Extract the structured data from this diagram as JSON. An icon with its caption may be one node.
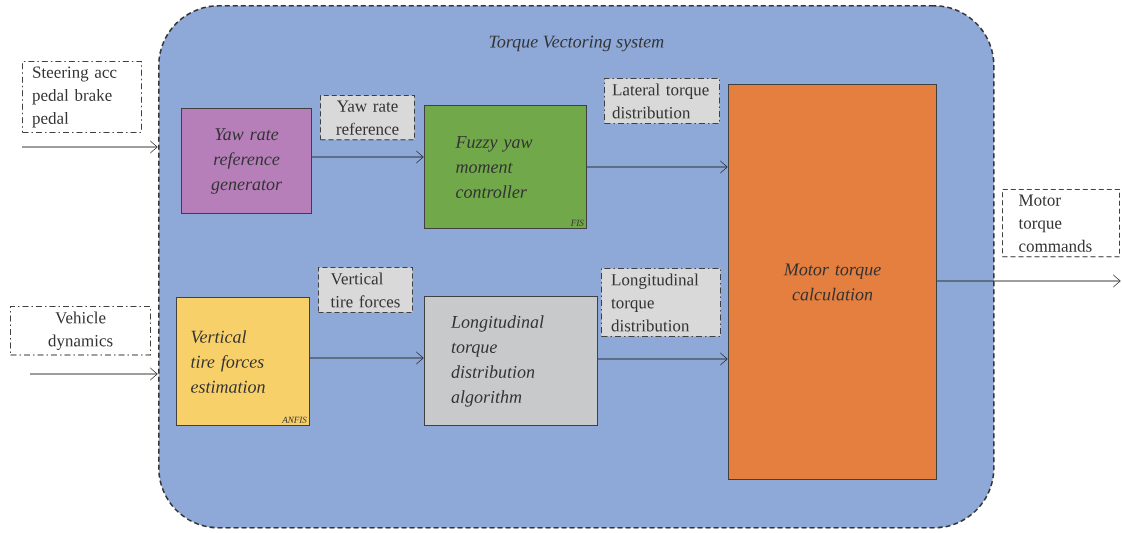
{
  "diagram": {
    "nodes": [
      {
        "text": [
          "Torque Vectoring system"
        ]
      },
      {
        "text": [
          "Yaw rate reference generator"
        ],
        "in": 0
      },
      {
        "text": [
          "Fuzzy yaw moment controller",
          "FIS"
        ],
        "in": 0
      },
      {
        "text": [
          "Vertical tire forces estimation",
          "ANFIS"
        ],
        "in": 0
      },
      {
        "text": [
          "Longitudinal torque distribution algorithm"
        ],
        "in": 0
      },
      {
        "text": [
          "Motor torque calculation"
        ],
        "in": 0
      }
    ],
    "edges": [
      {
        "from": null,
        "to": 0,
        "arrow": "to",
        "label": "Steering acc pedal brake pedal"
      },
      {
        "from": null,
        "to": 0,
        "arrow": "to",
        "label": "Vehicle dynamics"
      },
      {
        "from": 1,
        "to": 2,
        "arrow": "to",
        "label": "Yaw rate reference"
      },
      {
        "from": 2,
        "to": 5,
        "arrow": "to",
        "label": "Lateral torque distribution"
      },
      {
        "from": 3,
        "to": 4,
        "arrow": "to",
        "label": "Vertical tire forces"
      },
      {
        "from": 4,
        "to": 5,
        "arrow": "to",
        "label": "Longitudinal torque distribution"
      },
      {
        "from": 5,
        "to": null,
        "arrow": "to",
        "label": "Motor torque commands"
      }
    ]
  }
}
